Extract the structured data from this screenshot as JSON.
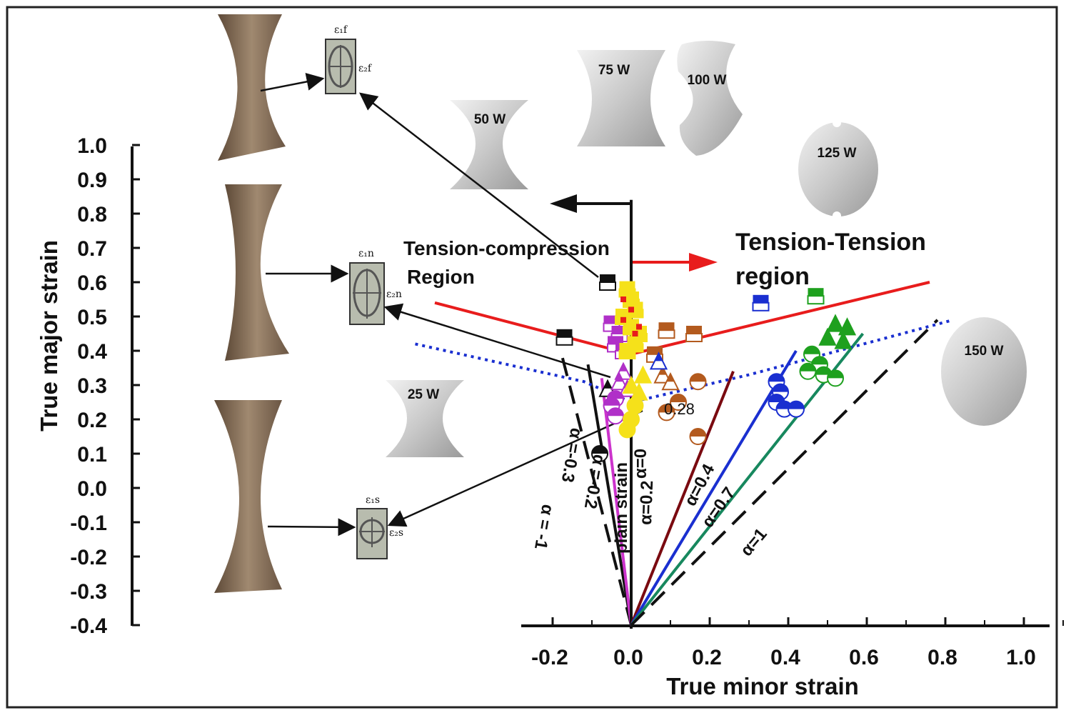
{
  "chart_data": {
    "type": "scatter",
    "xlabel": "True minor strain",
    "ylabel": "True major strain",
    "xlim": [
      -0.33,
      1.07
    ],
    "ylim": [
      -0.4,
      1.0
    ],
    "xticks": [
      "-0.2",
      "0.0",
      "0.2",
      "0.4",
      "0.6",
      "0.8",
      "1.0"
    ],
    "yticks": [
      "1.0",
      "0.9",
      "0.8",
      "0.7",
      "0.6",
      "0.5",
      "0.4",
      "0.3",
      "0.2",
      "0.1",
      "0.0",
      "-0.1",
      "-0.2",
      "-0.3",
      "-0.4"
    ],
    "region_labels": {
      "left_line1": "Tension-compression",
      "left_line2": "Region",
      "right_line1": "Tension-Tension",
      "right_line2": "region"
    },
    "annotation": "0.28",
    "strain_path_labels": [
      "α = -1",
      "α =-0.3",
      "α =-0.2",
      "plain strain",
      "α=0",
      "α=0.2",
      "α=0.4",
      "α=0.7",
      "α=1"
    ],
    "strain_path_lines": [
      {
        "color": "#111111",
        "dash": true,
        "end": [
          -0.175,
          0.38
        ]
      },
      {
        "color": "#111111",
        "dash": false,
        "end": [
          -0.11,
          0.36
        ]
      },
      {
        "color": "#cc33cc",
        "dash": false,
        "end": [
          -0.075,
          0.32
        ]
      },
      {
        "color": "#111111",
        "dash": false,
        "end": [
          0.0,
          0.84
        ]
      },
      {
        "color": "#7a0a10",
        "dash": false,
        "end": [
          0.26,
          0.34
        ]
      },
      {
        "color": "#1a2fd0",
        "dash": false,
        "end": [
          0.42,
          0.4
        ]
      },
      {
        "color": "#17885e",
        "dash": false,
        "end": [
          0.59,
          0.45
        ]
      },
      {
        "color": "#111111",
        "dash": true,
        "end": [
          0.78,
          0.49
        ]
      }
    ],
    "flc_curves": [
      {
        "name": "",
        "color": "#e81c1c",
        "style": "solid",
        "points": [
          [
            -0.5,
            0.54
          ],
          [
            0.0,
            0.39
          ],
          [
            0.76,
            0.6
          ]
        ]
      },
      {
        "name": "",
        "color": "#1a2fd0",
        "style": "dotted",
        "points": [
          [
            -0.55,
            0.42
          ],
          [
            -0.12,
            0.31
          ],
          [
            0.0,
            0.25
          ],
          [
            0.3,
            0.33
          ],
          [
            0.82,
            0.49
          ]
        ]
      }
    ],
    "series": [
      {
        "color": "#111111",
        "marker": "half-square",
        "points": [
          [
            -0.06,
            0.6
          ],
          [
            -0.17,
            0.44
          ]
        ]
      },
      {
        "color": "#111111",
        "marker": "half-triangle",
        "points": [
          [
            -0.06,
            0.29
          ]
        ]
      },
      {
        "color": "#111111",
        "marker": "half-circle",
        "points": [
          [
            -0.08,
            0.1
          ]
        ]
      },
      {
        "color": "#b030c8",
        "marker": "half-square",
        "points": [
          [
            -0.05,
            0.48
          ],
          [
            -0.03,
            0.45
          ],
          [
            -0.04,
            0.42
          ],
          [
            -0.02,
            0.4
          ]
        ]
      },
      {
        "color": "#b030c8",
        "marker": "half-triangle",
        "points": [
          [
            -0.02,
            0.34
          ],
          [
            -0.03,
            0.31
          ],
          [
            -0.01,
            0.29
          ]
        ]
      },
      {
        "color": "#b030c8",
        "marker": "half-circle",
        "points": [
          [
            -0.04,
            0.26
          ],
          [
            -0.05,
            0.24
          ],
          [
            -0.04,
            0.21
          ]
        ]
      },
      {
        "color": "#f5e11a",
        "marker": "square",
        "points": [
          [
            -0.01,
            0.58
          ],
          [
            0.0,
            0.55
          ],
          [
            0.01,
            0.52
          ],
          [
            -0.02,
            0.5
          ],
          [
            0.0,
            0.47
          ],
          [
            0.02,
            0.45
          ],
          [
            0.01,
            0.42
          ],
          [
            -0.01,
            0.4
          ]
        ]
      },
      {
        "color": "#f5e11a",
        "marker": "triangle",
        "points": [
          [
            0.03,
            0.33
          ],
          [
            0.0,
            0.3
          ],
          [
            0.02,
            0.28
          ]
        ]
      },
      {
        "color": "#f5e11a",
        "marker": "circle",
        "points": [
          [
            0.01,
            0.24
          ],
          [
            0.0,
            0.2
          ],
          [
            -0.01,
            0.17
          ]
        ]
      },
      {
        "color": "#e81c1c",
        "marker": "small-square",
        "points": [
          [
            -0.02,
            0.55
          ],
          [
            0.0,
            0.52
          ],
          [
            -0.02,
            0.49
          ],
          [
            0.02,
            0.47
          ],
          [
            0.01,
            0.45
          ]
        ]
      },
      {
        "color": "#b35a1e",
        "marker": "half-square",
        "points": [
          [
            0.09,
            0.46
          ],
          [
            0.16,
            0.45
          ],
          [
            0.06,
            0.39
          ]
        ]
      },
      {
        "color": "#b35a1e",
        "marker": "half-triangle",
        "points": [
          [
            0.08,
            0.33
          ],
          [
            0.1,
            0.31
          ]
        ]
      },
      {
        "color": "#b35a1e",
        "marker": "half-circle",
        "points": [
          [
            0.17,
            0.31
          ],
          [
            0.12,
            0.25
          ],
          [
            0.09,
            0.22
          ],
          [
            0.17,
            0.15
          ]
        ]
      },
      {
        "color": "#1a2fd0",
        "marker": "half-square",
        "points": [
          [
            0.33,
            0.54
          ]
        ]
      },
      {
        "color": "#1a2fd0",
        "marker": "half-triangle",
        "points": [
          [
            0.07,
            0.37
          ]
        ]
      },
      {
        "color": "#1a2fd0",
        "marker": "half-circle",
        "points": [
          [
            0.37,
            0.31
          ],
          [
            0.38,
            0.28
          ],
          [
            0.37,
            0.25
          ],
          [
            0.39,
            0.23
          ],
          [
            0.42,
            0.23
          ]
        ]
      },
      {
        "color": "#1ea01e",
        "marker": "half-square",
        "points": [
          [
            0.47,
            0.56
          ]
        ]
      },
      {
        "color": "#1ea01e",
        "marker": "triangle",
        "points": [
          [
            0.52,
            0.48
          ],
          [
            0.55,
            0.47
          ],
          [
            0.5,
            0.44
          ],
          [
            0.54,
            0.43
          ]
        ]
      },
      {
        "color": "#1ea01e",
        "marker": "half-circle",
        "points": [
          [
            0.46,
            0.39
          ],
          [
            0.48,
            0.36
          ],
          [
            0.45,
            0.34
          ],
          [
            0.49,
            0.33
          ],
          [
            0.52,
            0.32
          ]
        ]
      }
    ]
  },
  "specimens": [
    "25 W",
    "50 W",
    "75 W",
    "100 W",
    "125 W",
    "150 W"
  ],
  "grid_symbols": {
    "top_major": "ε₁f",
    "top_minor": "ε₂f",
    "mid_major": "ε₁n",
    "mid_minor": "ε₂n",
    "bot_major": "ε₁s",
    "bot_minor": "ε₂s"
  }
}
